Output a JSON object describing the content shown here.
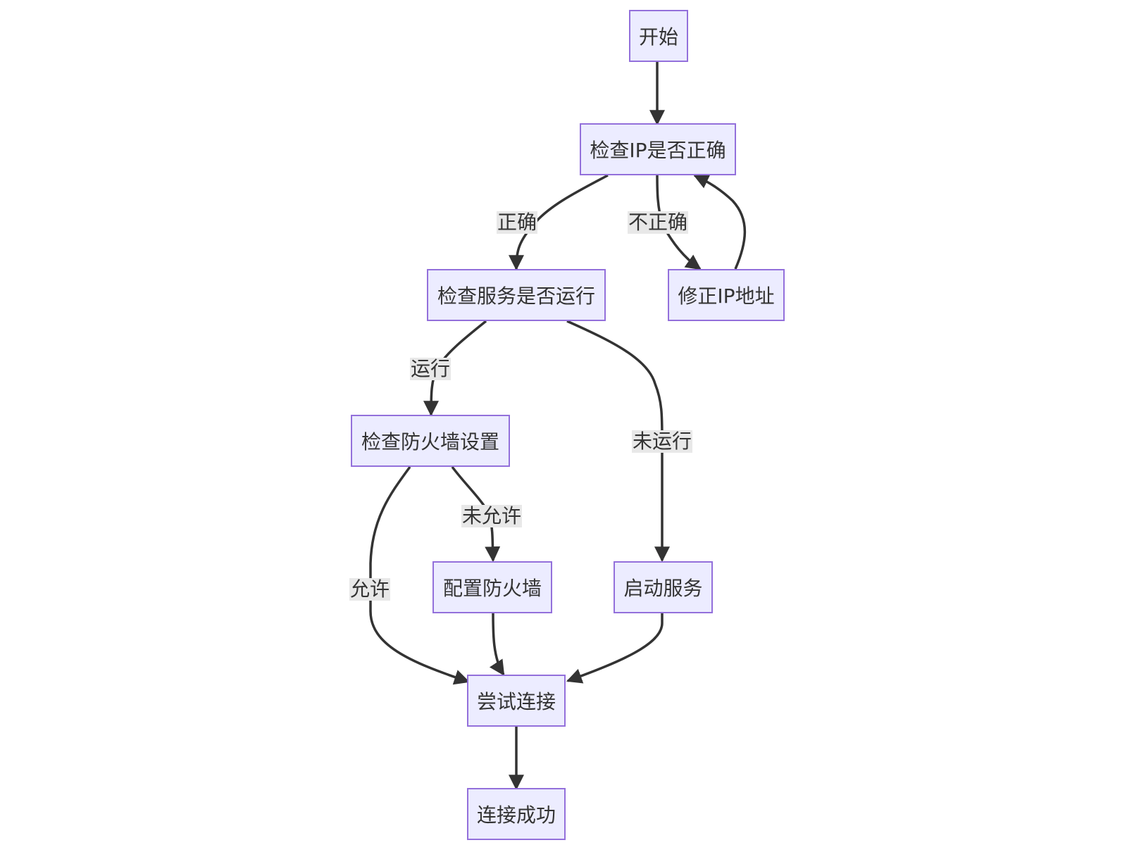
{
  "colors": {
    "node_fill": "#ececff",
    "node_border": "#9370db",
    "edge": "#333333",
    "label_bg": "#e8e8e8",
    "text": "#333333"
  },
  "nodes": {
    "start": "开始",
    "check_ip": "检查IP是否正确",
    "check_service": "检查服务是否运行",
    "fix_ip": "修正IP地址",
    "check_firewall": "检查防火墙设置",
    "configure_firewall": "配置防火墙",
    "start_service": "启动服务",
    "try_connect": "尝试连接",
    "connect_success": "连接成功"
  },
  "edge_labels": {
    "ip_correct": "正确",
    "ip_incorrect": "不正确",
    "service_running": "运行",
    "service_not_running": "未运行",
    "firewall_not_allowed": "未允许",
    "firewall_allowed": "允许"
  }
}
